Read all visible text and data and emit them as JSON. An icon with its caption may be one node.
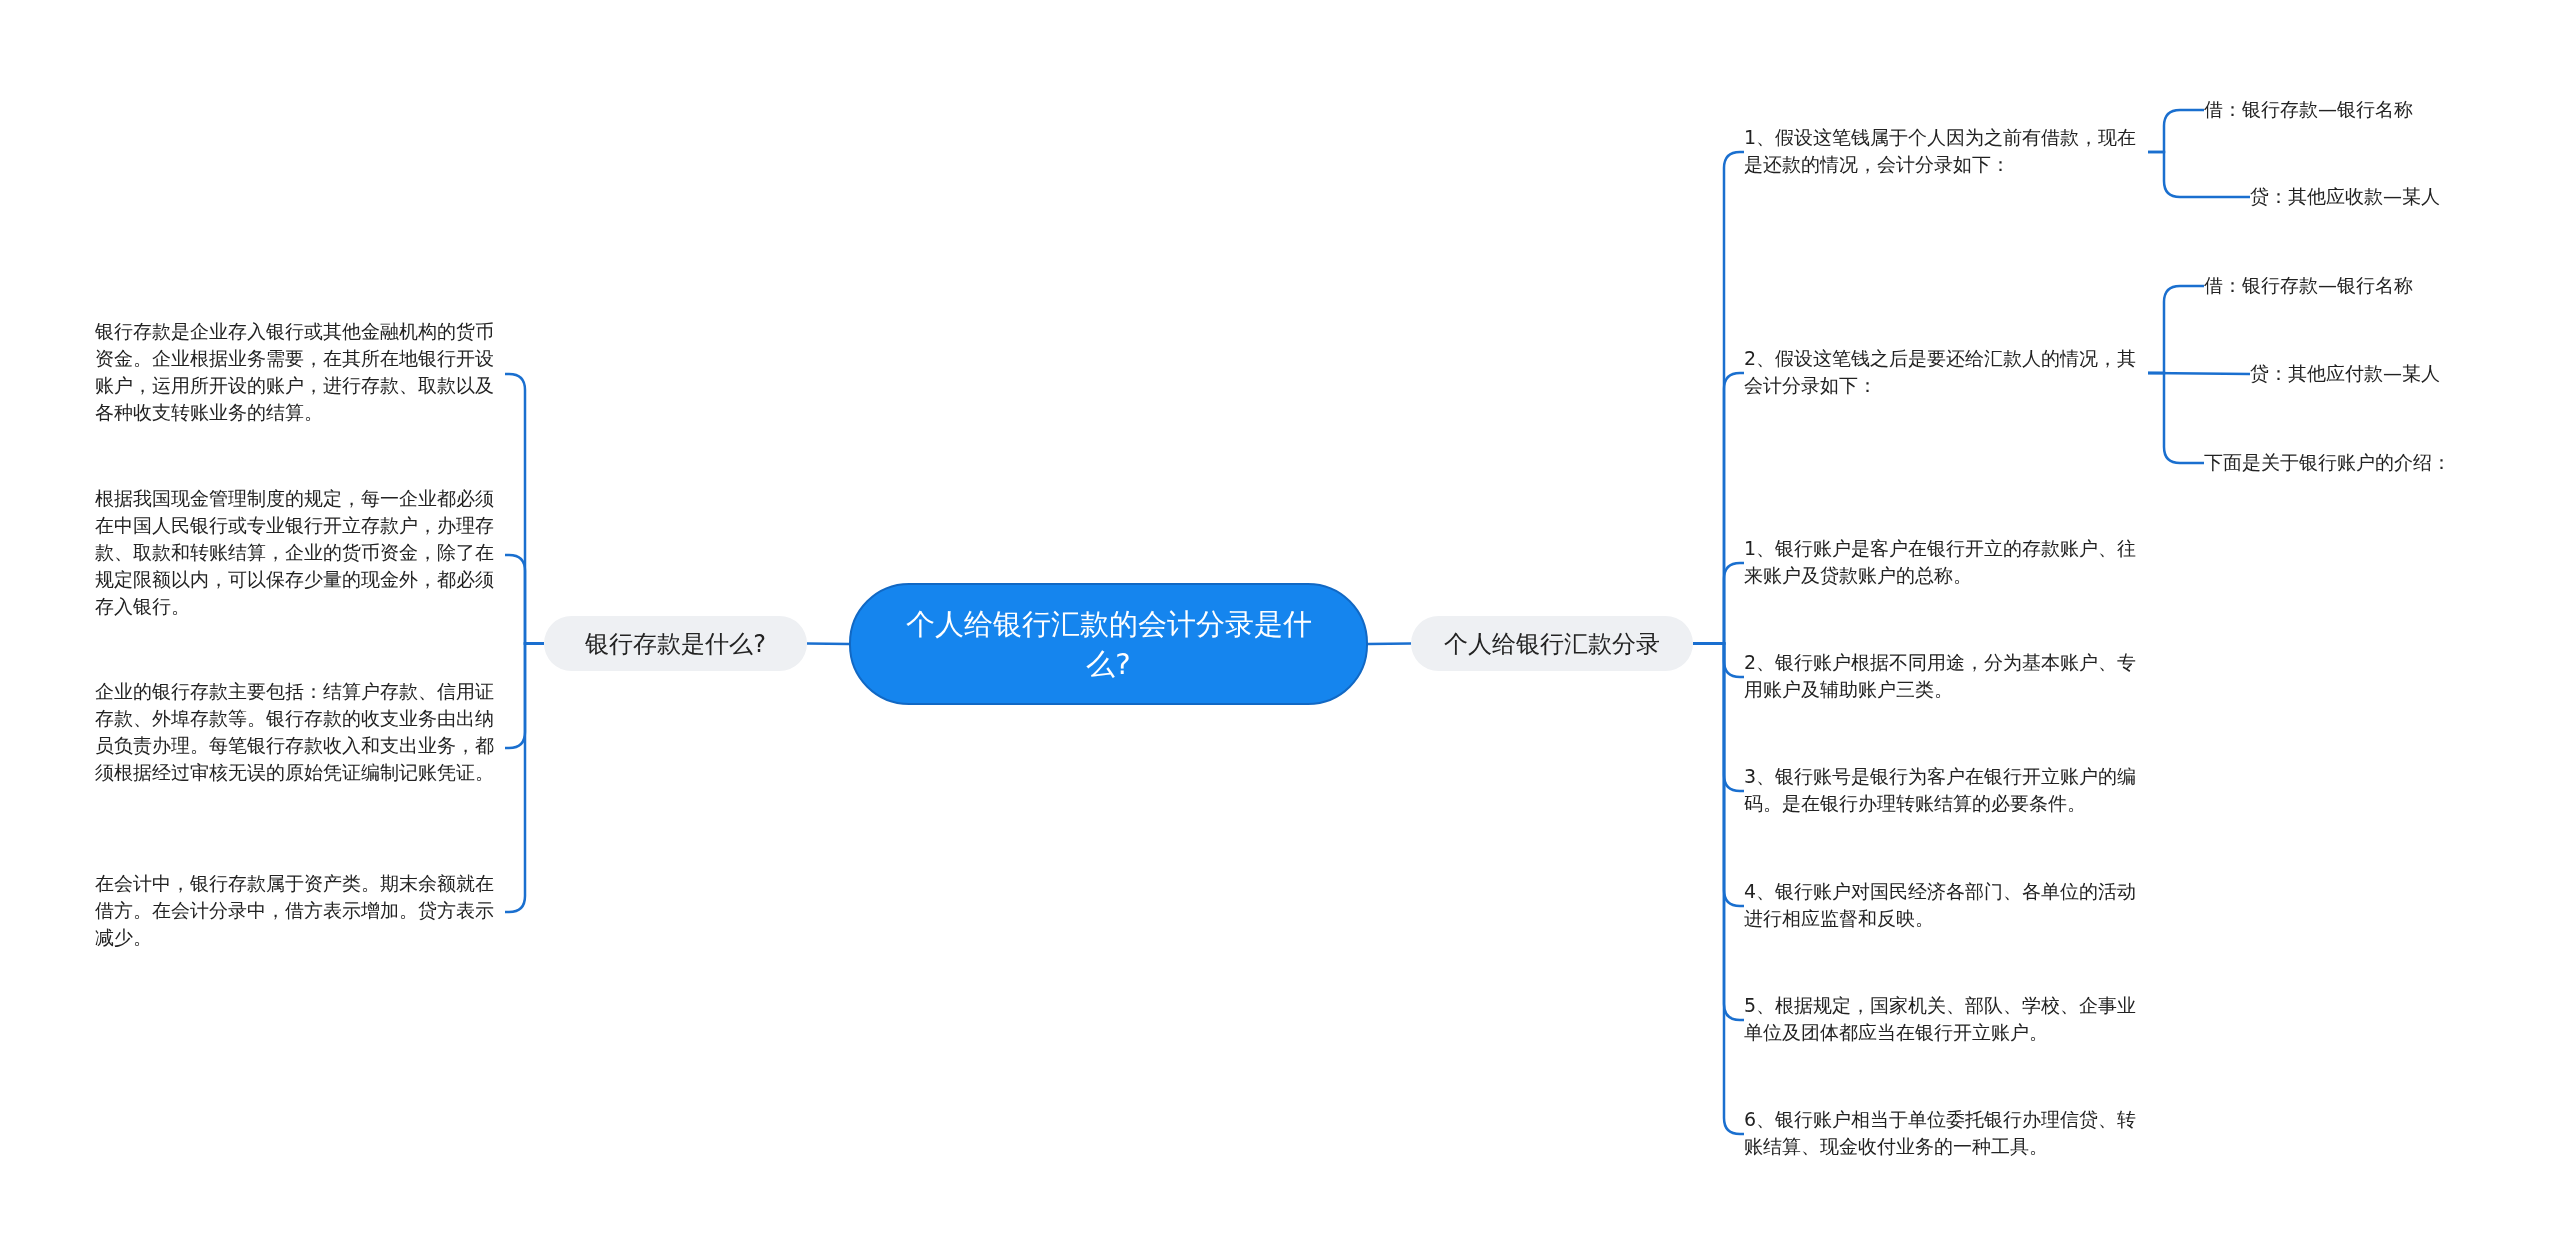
{
  "diagram": {
    "nodes": [
      {
        "text": [
          "个人给银行汇款的会计分录是什么?"
        ]
      },
      {
        "text": [
          "银行存款是什么?"
        ]
      },
      {
        "text": [
          "个人给银行汇款分录"
        ]
      },
      {
        "text": [
          "银行存款是企业存入银行或其他金融机构的货币资金。企业根据业务需要，在其所在地银行开设账户，运用所开设的账户，进行存款、取款以及各种收支转账业务的结算。"
        ]
      },
      {
        "text": [
          "根据我国现金管理制度的规定，每一企业都必须在中国人民银行或专业银行开立存款户，办理存款、取款和转账结算，企业的货币资金，除了在规定限额以内，可以保存少量的现金外，都必须存入银行。"
        ]
      },
      {
        "text": [
          "企业的银行存款主要包括：结算户存款、信用证存款、外埠存款等。银行存款的收支业务由出纳员负责办理。每笔银行存款收入和支出业务，都须根据经过审核无误的原始凭证编制记账凭证。"
        ]
      },
      {
        "text": [
          "在会计中，银行存款属于资产类。期末余额就在借方。在会计分录中，借方表示增加。贷方表示减少。"
        ]
      },
      {
        "text": [
          "1、假设这笔钱属于个人因为之前有借款，现在是还款的情况，会计分录如下："
        ]
      },
      {
        "text": [
          "2、假设这笔钱之后是要还给汇款人的情况，其会计分录如下："
        ]
      },
      {
        "text": [
          "1、银行账户是客户在银行开立的存款账户、往来账户及贷款账户的总称。"
        ]
      },
      {
        "text": [
          "2、银行账户根据不同用途，分为基本账户、专用账户及辅助账户三类。"
        ]
      },
      {
        "text": [
          "3、银行账号是银行为客户在银行开立账户的编码。是在银行办理转账结算的必要条件。"
        ]
      },
      {
        "text": [
          "4、银行账户对国民经济各部门、各单位的活动进行相应监督和反映。"
        ]
      },
      {
        "text": [
          "5、根据规定，国家机关、部队、学校、企事业单位及团体都应当在银行开立账户。"
        ]
      },
      {
        "text": [
          "6、银行账户相当于单位委托银行办理信贷、转账结算、现金收付业务的一种工具。"
        ]
      },
      {
        "text": [
          "借：银行存款—银行名称"
        ]
      },
      {
        "text": [
          "贷：其他应收款—某人"
        ]
      },
      {
        "text": [
          "借：银行存款—银行名称"
        ]
      },
      {
        "text": [
          "贷：其他应付款—某人"
        ]
      },
      {
        "text": [
          "下面是关于银行账户的介绍："
        ]
      }
    ],
    "edges": [
      {
        "from": 0,
        "to": 1,
        "arrow": "none"
      },
      {
        "from": 0,
        "to": 2,
        "arrow": "none"
      },
      {
        "from": 1,
        "to": 3,
        "arrow": "none"
      },
      {
        "from": 1,
        "to": 4,
        "arrow": "none"
      },
      {
        "from": 1,
        "to": 5,
        "arrow": "none"
      },
      {
        "from": 1,
        "to": 6,
        "arrow": "none"
      },
      {
        "from": 2,
        "to": 7,
        "arrow": "none"
      },
      {
        "from": 2,
        "to": 8,
        "arrow": "none"
      },
      {
        "from": 2,
        "to": 9,
        "arrow": "none"
      },
      {
        "from": 2,
        "to": 10,
        "arrow": "none"
      },
      {
        "from": 2,
        "to": 11,
        "arrow": "none"
      },
      {
        "from": 2,
        "to": 12,
        "arrow": "none"
      },
      {
        "from": 2,
        "to": 13,
        "arrow": "none"
      },
      {
        "from": 2,
        "to": 14,
        "arrow": "none"
      },
      {
        "from": 7,
        "to": 15,
        "arrow": "none"
      },
      {
        "from": 7,
        "to": 16,
        "arrow": "none"
      },
      {
        "from": 8,
        "to": 17,
        "arrow": "none"
      },
      {
        "from": 8,
        "to": 18,
        "arrow": "none"
      },
      {
        "from": 8,
        "to": 19,
        "arrow": "none"
      }
    ]
  }
}
